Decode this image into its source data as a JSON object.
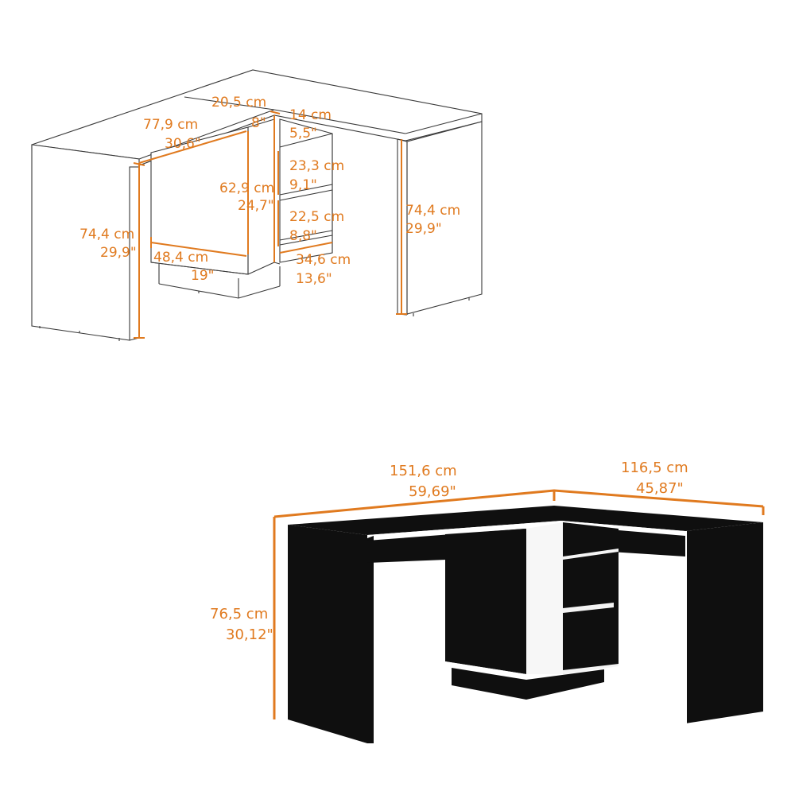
{
  "colors": {
    "dimension": "#e07a1f",
    "outline": "#3a3a3a",
    "desk_body": "#0f0f0f",
    "desk_edge": "#ffffff",
    "inner_panel": "#f7f7f7"
  },
  "technical_drawing": {
    "labels": {
      "top_width_cm": "20,5 cm",
      "top_width_in": "8\"",
      "desk_width_cm": "77,9 cm",
      "desk_width_in": "30,6\"",
      "shelf_width_cm": "14 cm",
      "shelf_width_in": "5,5\"",
      "shelf1_height_cm": "23,3 cm",
      "shelf1_height_in": "9,1\"",
      "open_height_cm": "62,9 cm",
      "open_height_in": "24,7\"",
      "shelf2_height_cm": "22,5 cm",
      "shelf2_height_in": "8,8\"",
      "right_height_cm": "74,4 cm",
      "right_height_in": "29,9\"",
      "left_height_cm": "74,4 cm",
      "left_height_in": "29,9\"",
      "inner_width_cm": "48,4 cm",
      "inner_width_in": "19\"",
      "depth_cm": "34,6 cm",
      "depth_in": "13,6\""
    }
  },
  "product_render": {
    "labels": {
      "total_width_cm": "151,6 cm",
      "total_width_in": "59,69\"",
      "side_width_cm": "116,5 cm",
      "side_width_in": "45,87\"",
      "total_height_cm": "76,5 cm",
      "total_height_in": "30,12\""
    }
  }
}
